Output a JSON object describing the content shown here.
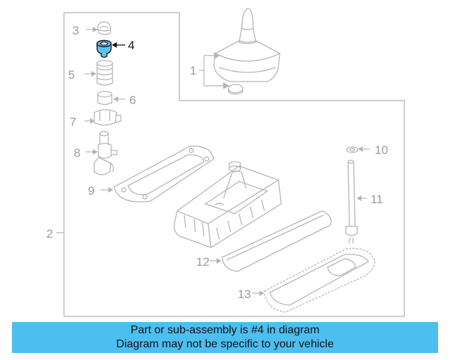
{
  "highlight_color": "#5cc4f2",
  "banner": {
    "line1": "Part or sub-assembly is #4 in diagram",
    "line2": "Diagram may not be specific to your vehicle",
    "color": "#4dbef0"
  },
  "callouts": {
    "c1": "1",
    "c2": "2",
    "c3": "3",
    "c4": "4",
    "c5": "5",
    "c6": "6",
    "c7": "7",
    "c8": "8",
    "c9": "9",
    "c10": "10",
    "c11": "11",
    "c12": "12",
    "c13": "13"
  }
}
